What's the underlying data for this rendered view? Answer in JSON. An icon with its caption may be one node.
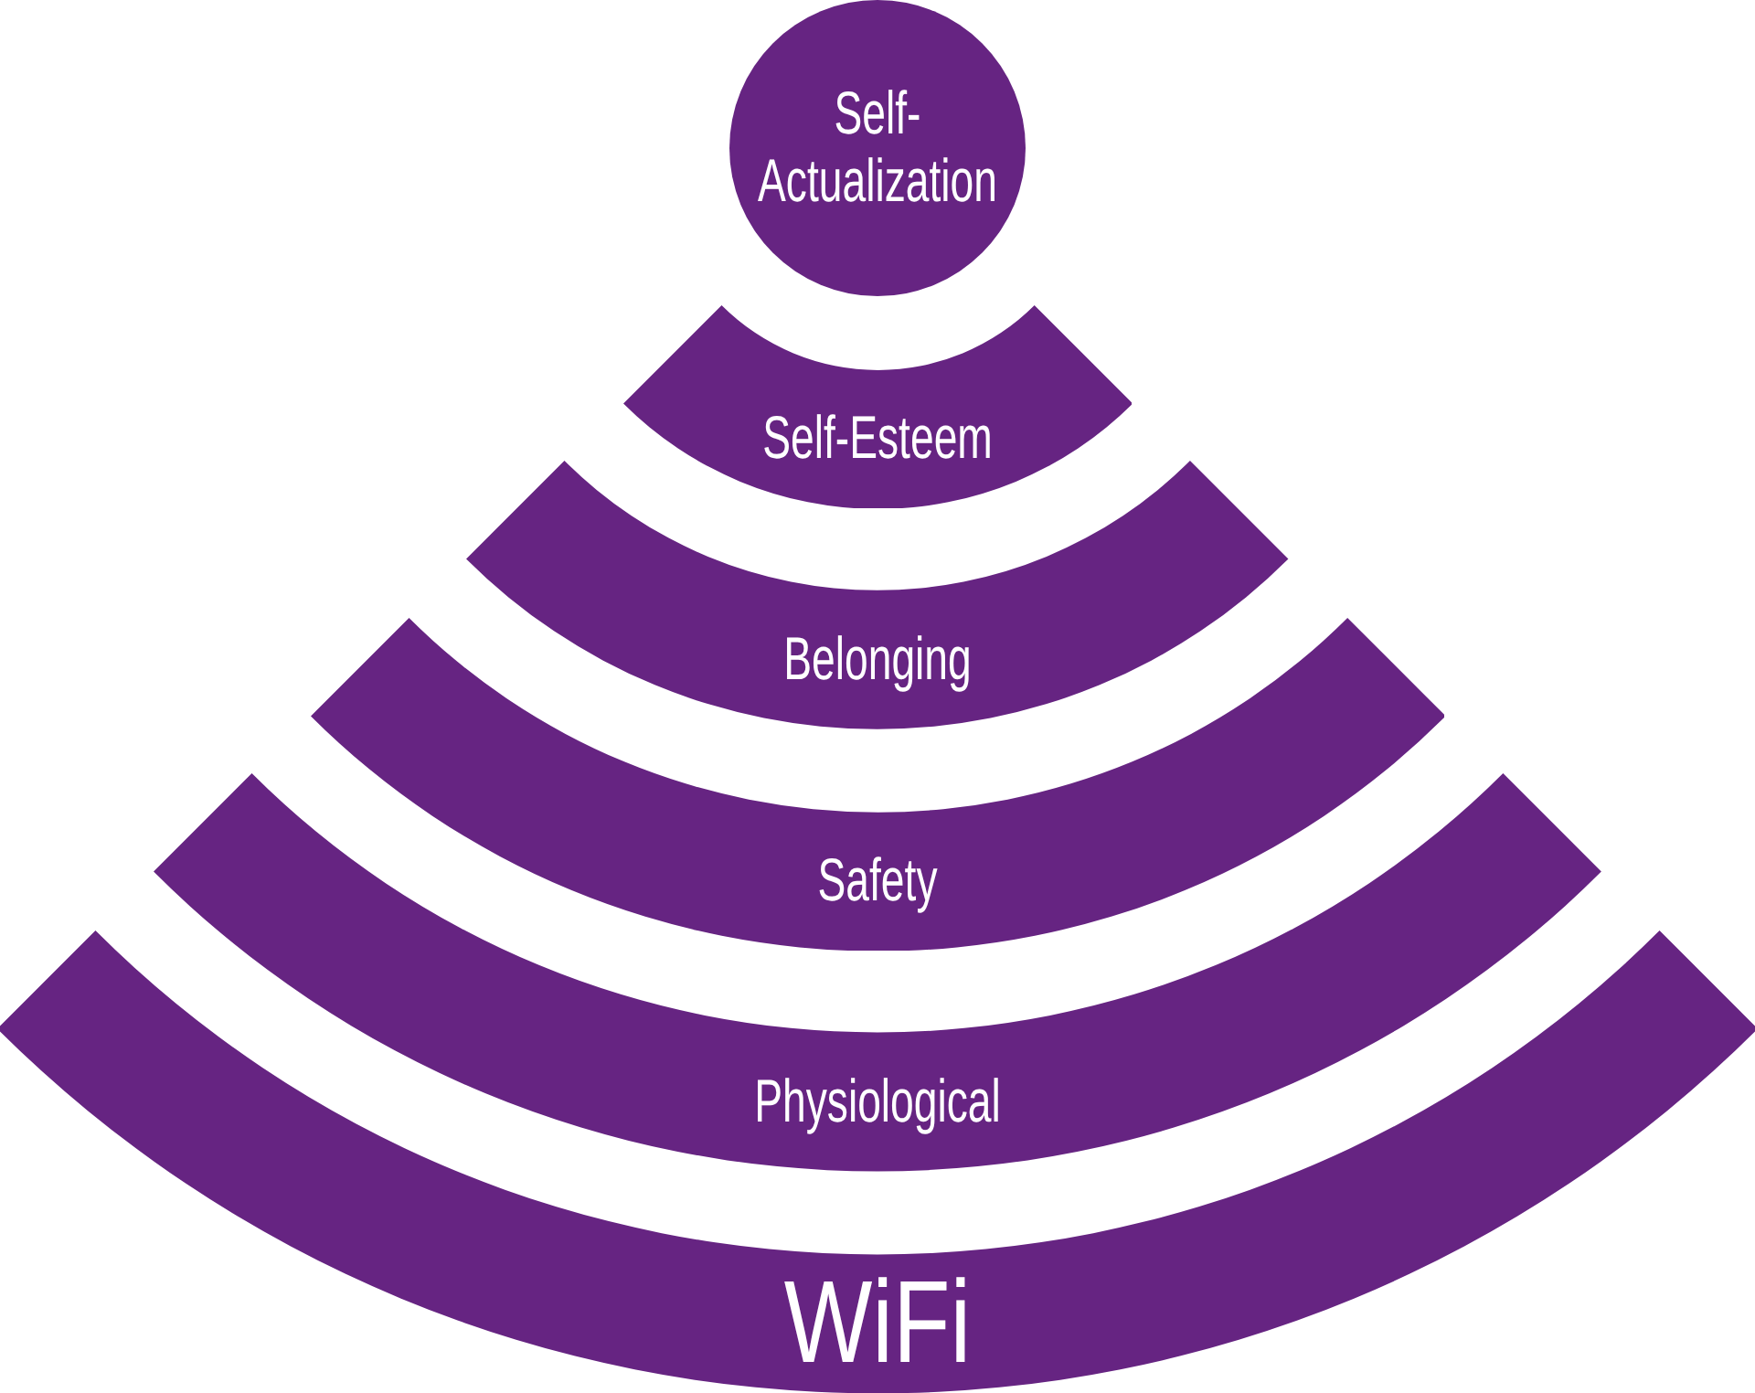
{
  "diagram": {
    "nodes": [
      {
        "text": [
          "Self-Actualization"
        ]
      },
      {
        "text": [
          "Self-Esteem"
        ]
      },
      {
        "text": [
          "Belonging"
        ]
      },
      {
        "text": [
          "Safety"
        ]
      },
      {
        "text": [
          "Physiological"
        ]
      },
      {
        "text": [
          "WiFi"
        ]
      }
    ]
  }
}
